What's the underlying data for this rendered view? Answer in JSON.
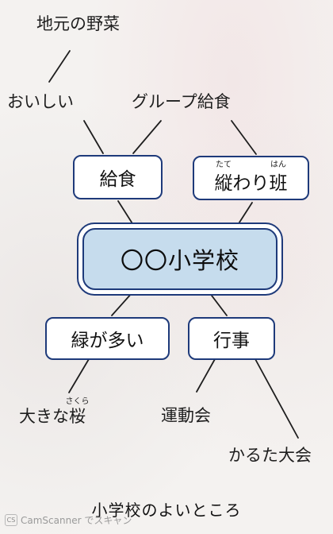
{
  "center": "〇〇小学校",
  "level1": {
    "kyushoku": "給食",
    "tatewari": {
      "text": "縦わり班",
      "ruby_tate": "たて",
      "ruby_han": "はん"
    },
    "midori": "緑が多い",
    "gyoji": "行事"
  },
  "level2": {
    "oishii": "おいしい",
    "group_kyushoku": "グループ給食",
    "ookina_sakura": {
      "text": "大きな桜",
      "ruby_sakura": "さくら"
    },
    "undokai": "運動会"
  },
  "level3": {
    "jimoto": "地元の野菜",
    "karuta": "かるた大会"
  },
  "footer": "小学校のよいところ",
  "watermark": {
    "logo": "CS",
    "text": "CamScanner でスキャン"
  },
  "colors": {
    "box_border": "#1e3a7a",
    "center_fill": "#c6dced",
    "line": "#1e1e1e"
  }
}
